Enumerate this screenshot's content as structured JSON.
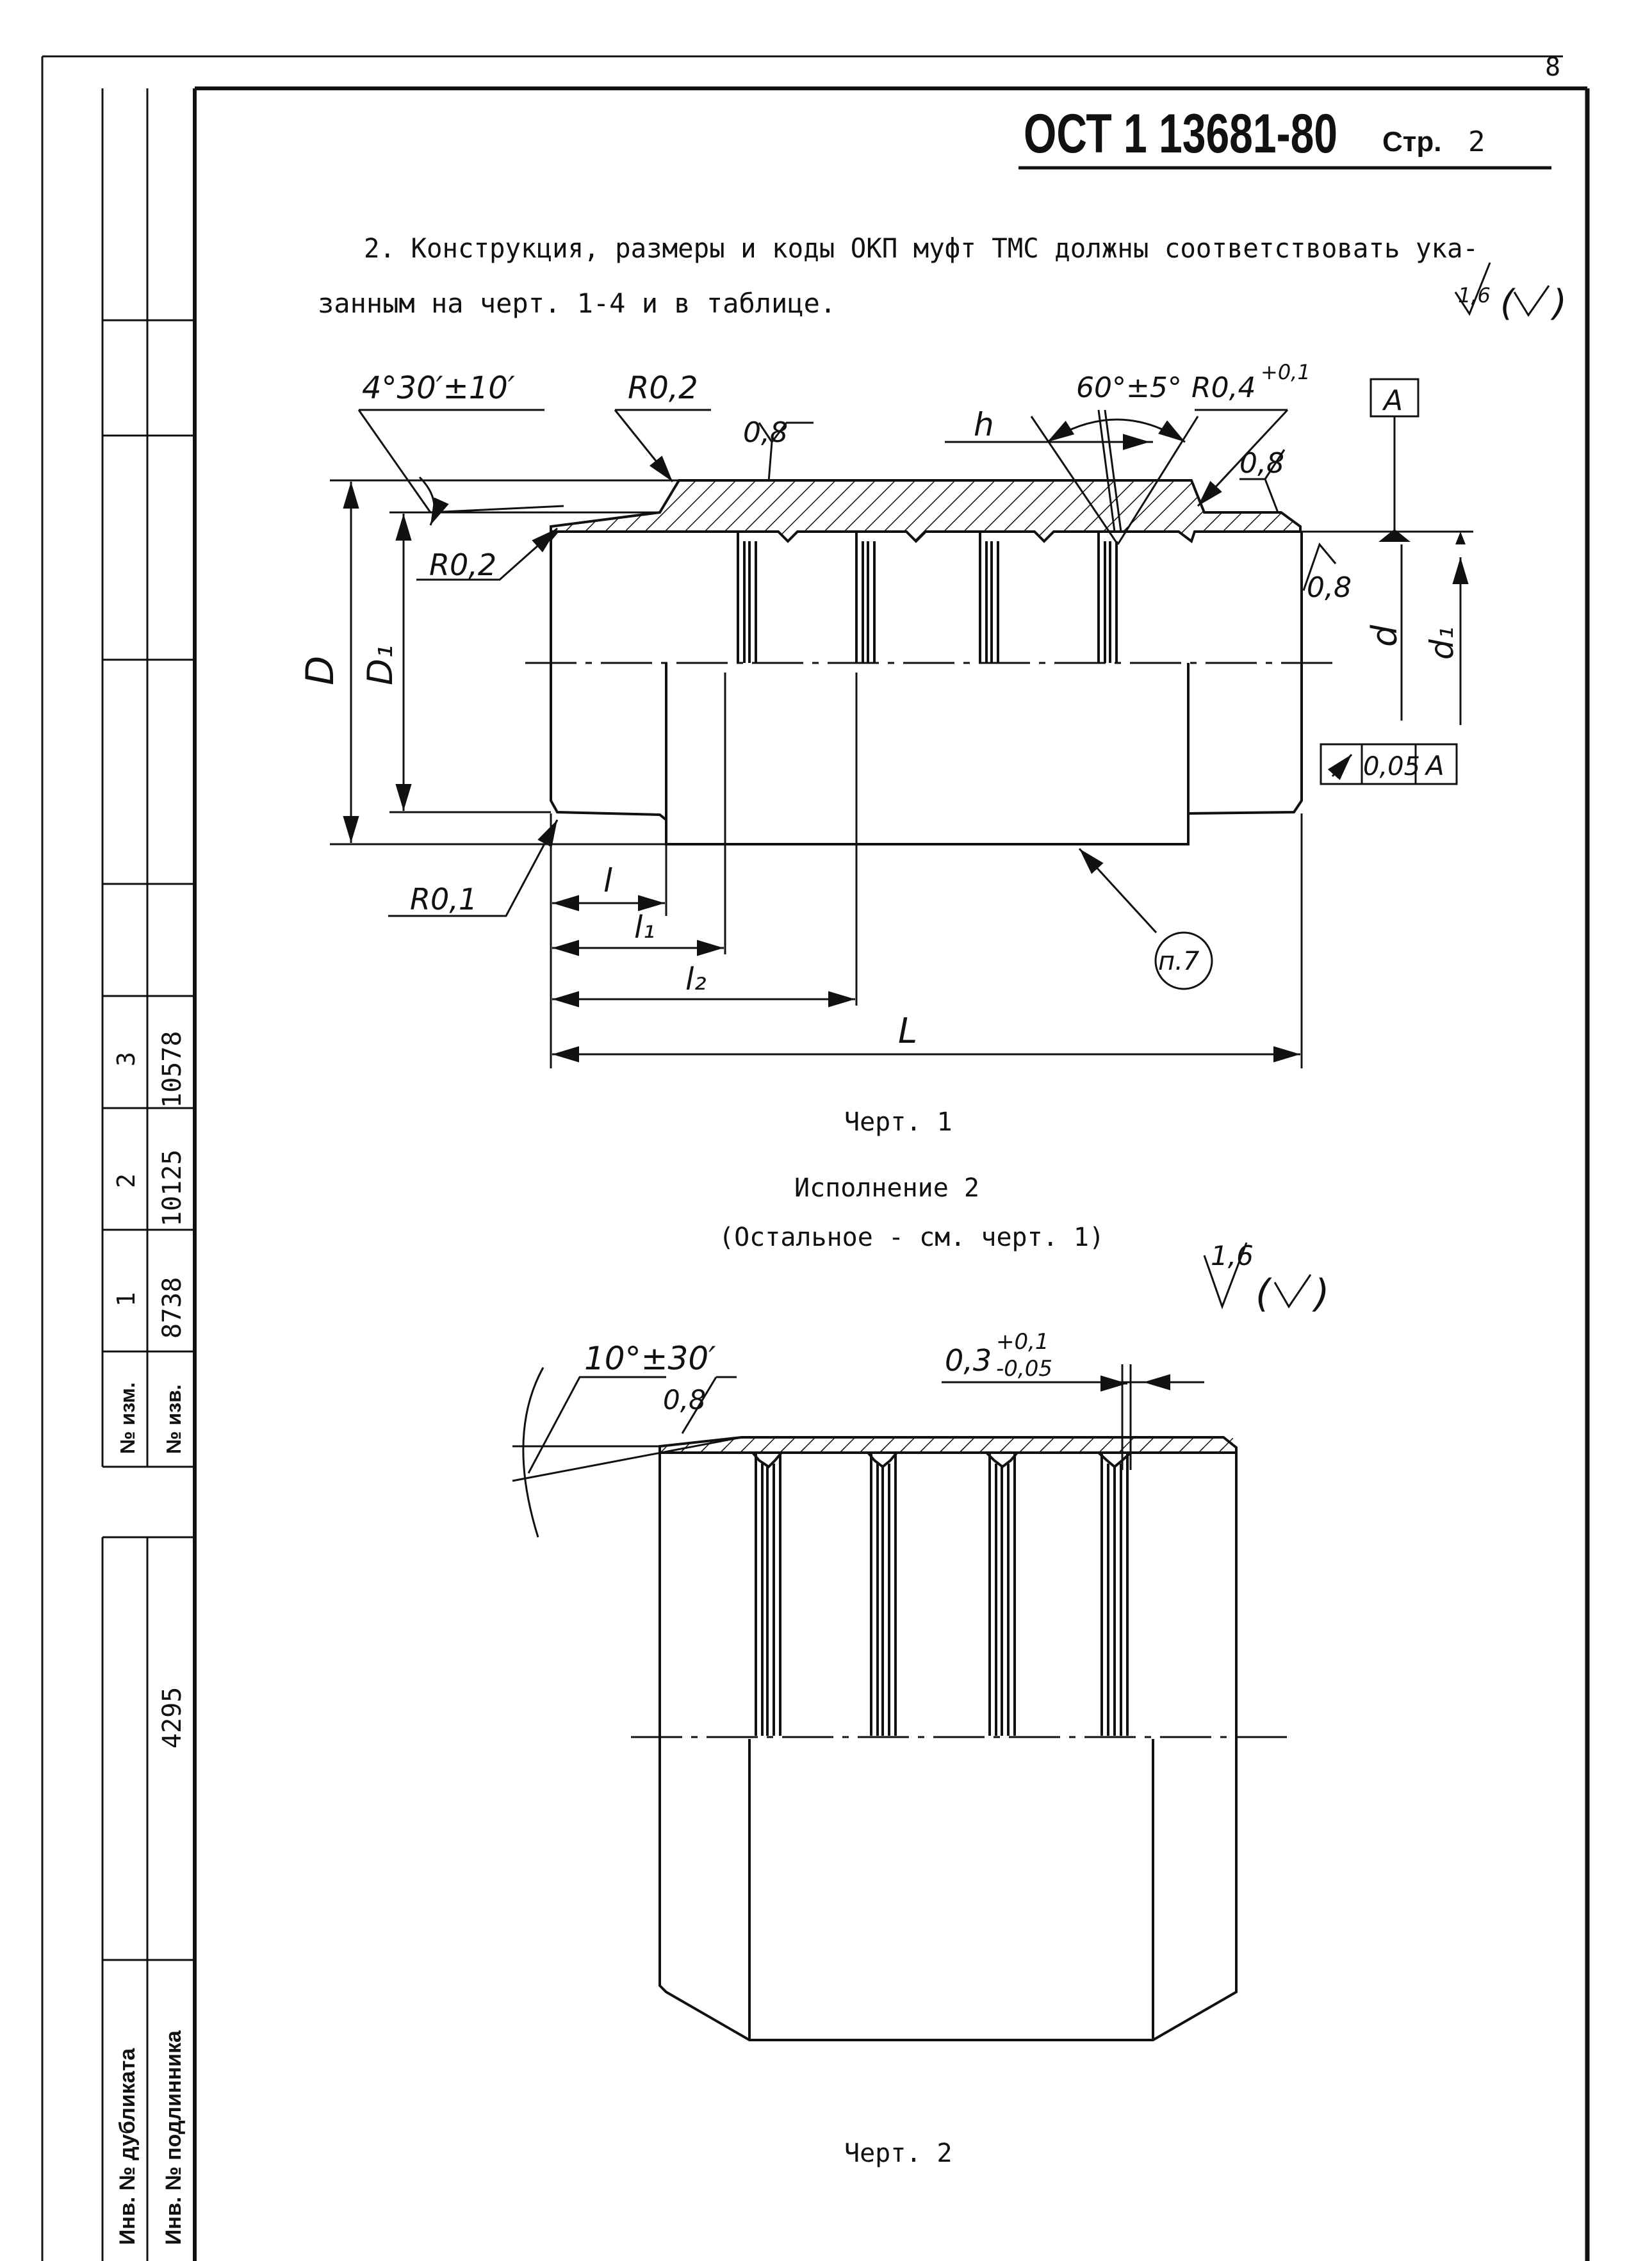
{
  "page": {
    "page_number": "8",
    "standard": "ОСТ 1 13681-80",
    "page_label": "Стр.",
    "page_num_small": "2",
    "paragraph_line1": "2. Конструкция, размеры и коды ОКП муфт ТМС должны соответствовать ука-",
    "paragraph_line2": "занным на черт. 1-4 и в таблице."
  },
  "roughness": {
    "general_1": "1,6",
    "general_2": "1,6"
  },
  "drawing1": {
    "angle": "4°30′±10′",
    "r1": "R0,2",
    "r2": "R0,2",
    "r3": "R0,1",
    "r4": "R0,4",
    "r4_tol": "+0,1",
    "angle2": "60°±5°",
    "h": "h",
    "rough_a": "0,8",
    "rough_b": "0,8",
    "rough_c": "0,8",
    "datum": "A",
    "D": "D",
    "D1": "D₁",
    "d": "d",
    "d1": "d₁",
    "runout_value": "0,05",
    "runout_datum": "A",
    "l": "l",
    "l1": "l₁",
    "l2": "l₂",
    "L": "L",
    "note": "п.7",
    "caption": "Черт. 1"
  },
  "drawing2": {
    "title": "Исполнение 2",
    "subtitle": "(Остальное - см. черт. 1)",
    "angle": "10°±30′",
    "rough": "0,8",
    "dim_base": "0,3",
    "dim_upper": "+0,1",
    "dim_lower": "-0,05",
    "caption": "Черт. 2"
  },
  "side_stamp": {
    "changes": [
      {
        "num": "3",
        "doc": "10578"
      },
      {
        "num": "2",
        "doc": "10125"
      },
      {
        "num": "1",
        "doc": "8738"
      }
    ],
    "izm_label": "№ изм.",
    "izv_label": "№ изв.",
    "inv_orig_value": "4295",
    "inv_dup_label": "Инв. № дубликата",
    "inv_orig_label": "Инв. № подлинника"
  }
}
